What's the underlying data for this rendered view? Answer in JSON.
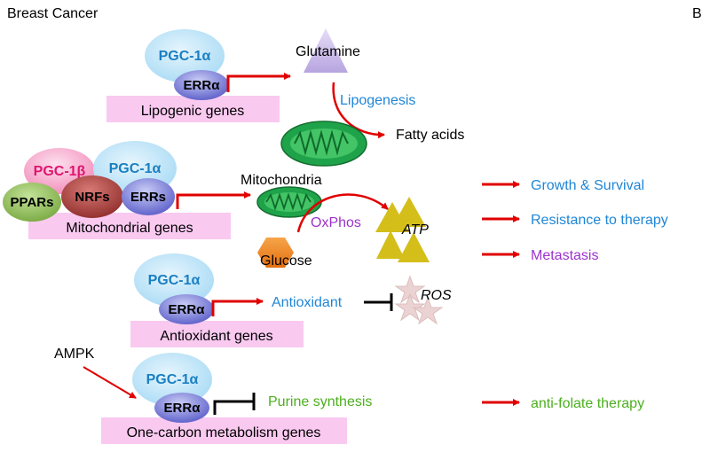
{
  "header": {
    "title": "Breast Cancer",
    "panel_letter": "B"
  },
  "nodes": {
    "pgc1a": "PGC-1α",
    "pgc1b": "PGC-1β",
    "erra": "ERRα",
    "errs": "ERRs",
    "nrfs": "NRFs",
    "ppars": "PPARs",
    "ampk": "AMPK"
  },
  "gene_boxes": {
    "lipogenic": "Lipogenic genes",
    "mitochondrial": "Mitochondrial genes",
    "antioxidant": "Antioxidant genes",
    "one_carbon": "One-carbon metabolism genes"
  },
  "metabolism": {
    "glutamine": "Glutamine",
    "lipogenesis": "Lipogenesis",
    "fatty_acids": "Fatty acids",
    "mitochondria": "Mitochondria",
    "oxphos": "OxPhos",
    "atp": "ATP",
    "glucose": "Glucose",
    "antioxidant": "Antioxidant",
    "ros": "ROS",
    "purine": "Purine synthesis"
  },
  "outcomes": {
    "growth": "Growth & Survival",
    "resistance": "Resistance to therapy",
    "metastasis": "Metastasis",
    "antifolate": "anti-folate therapy"
  },
  "colors": {
    "pgc1a": "#b9e3f7",
    "pgc1a_text": "#1a7fc2",
    "pgc1b": "#f5a6c9",
    "pgc1b_text": "#e0156f",
    "err": "#6f6fd6",
    "nrfs": "#a33a37",
    "ppars": "#8cbb55",
    "gene_box": "#f9c9f0",
    "mito": "#1fa34a",
    "arrow": "#e00000",
    "blue_text": "#1f86d6",
    "purple_text": "#9b33cc",
    "green_text": "#4caf1f",
    "atp": "#d4be1a",
    "glucose": "#ef7f1a",
    "glutamine": "#c3b3e6",
    "ros": "#ebd3d3"
  }
}
